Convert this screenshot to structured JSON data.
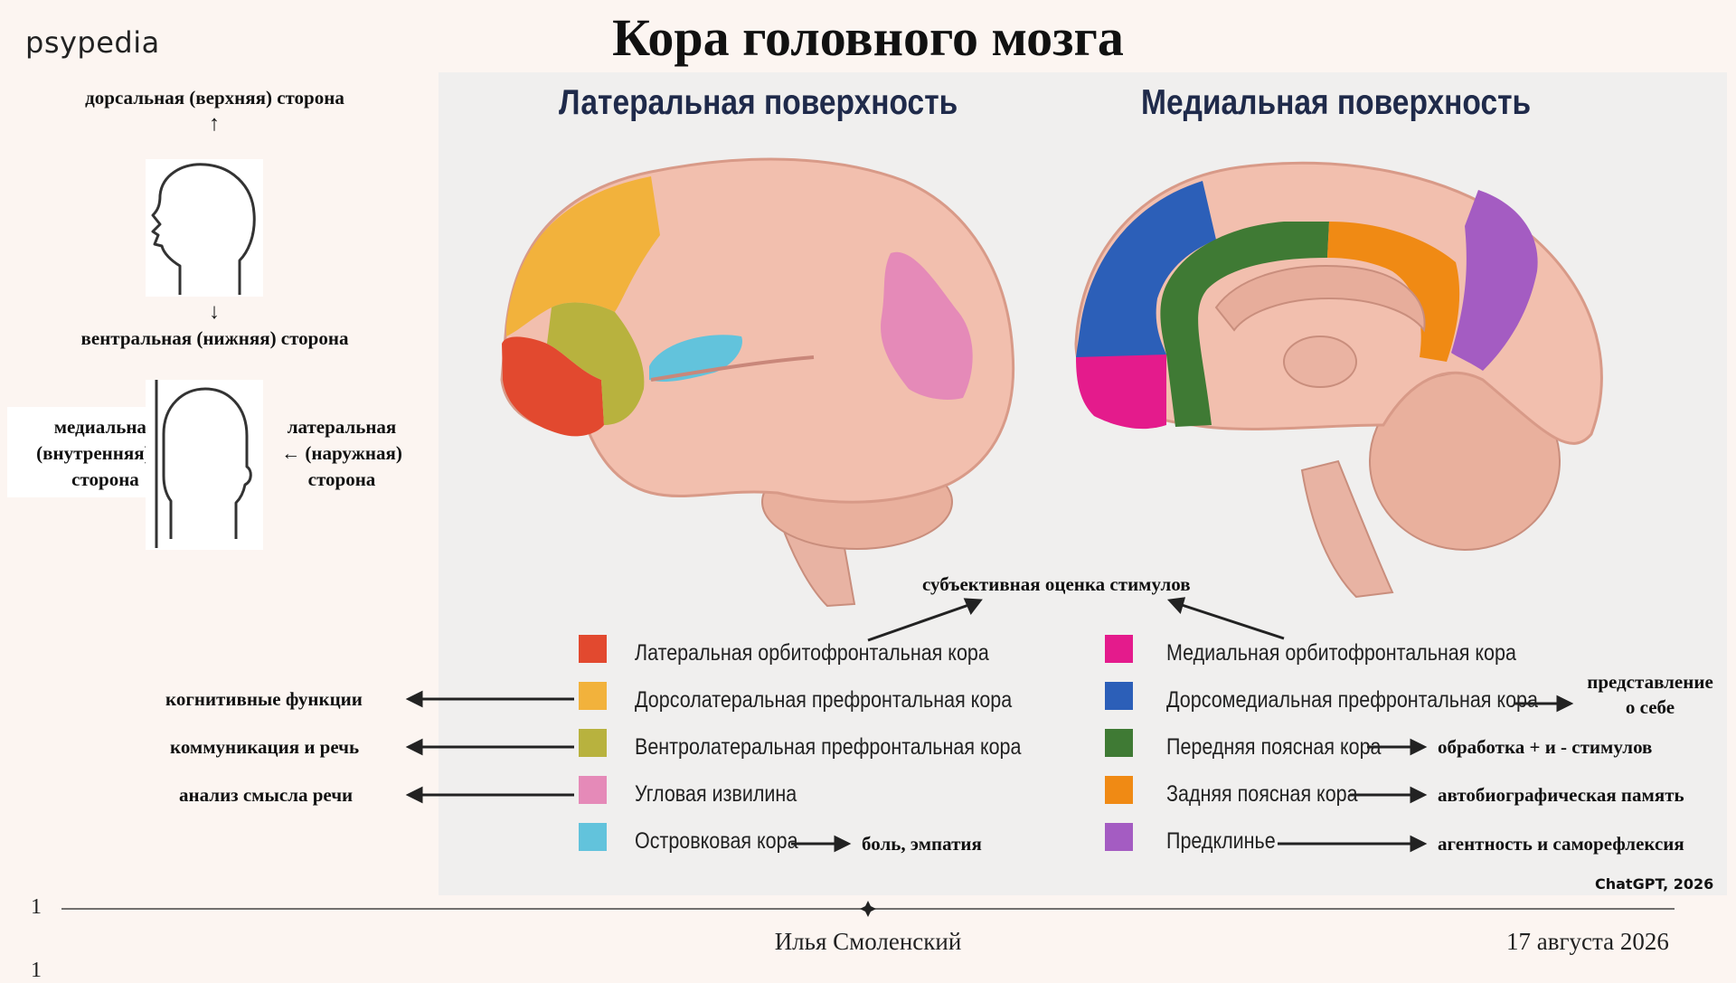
{
  "logo": "psypedia",
  "title": "Кора головного мозга",
  "orientation": {
    "dorsal": "дорсальная (верхняя) сторона",
    "dorsal_arrow": "↑",
    "ventral_arrow": "↓",
    "ventral": "вентральная (нижняя) сторона",
    "medial_1": "медиальная",
    "medial_2": "(внутренняя) →",
    "medial_3": "сторона",
    "lateral_1": "латеральная",
    "lateral_2": "← (наружная)",
    "lateral_3": "сторона"
  },
  "panels": {
    "lateral_title": "Латеральная поверхность",
    "medial_title": "Медиальная поверхность"
  },
  "legend_left": [
    {
      "label": "Латеральная орбитофронтальная кора",
      "color": "#e2492f"
    },
    {
      "label": "Дорсолатеральная префронтальная кора",
      "color": "#f2b23c"
    },
    {
      "label": "Вентролатеральная префронтальная кора",
      "color": "#b8b23e"
    },
    {
      "label": "Угловая извилина",
      "color": "#e58ab8"
    },
    {
      "label": "Островковая кора",
      "color": "#62c3dc"
    }
  ],
  "legend_right": [
    {
      "label": "Медиальная орбитофронтальная кора",
      "color": "#e41b8c"
    },
    {
      "label": "Дорсомедиальная префронтальная кора",
      "color": "#2c5fb8"
    },
    {
      "label": "Передняя поясная кора",
      "color": "#3f7a34"
    },
    {
      "label": "Задняя поясная кора",
      "color": "#f08a14"
    },
    {
      "label": "Предклинье",
      "color": "#a45cc2"
    }
  ],
  "annotations": {
    "subjective": "субъективная оценка стимулов",
    "cognitive": "когнитивные функции",
    "communication": "коммуникация и речь",
    "meaning": "анализ смысла речи",
    "pain": "боль, эмпатия",
    "self_1": "представление",
    "self_2": "о себе",
    "processing": "обработка + и - стимулов",
    "autobio": "автобиографическая память",
    "agency": "агентность и саморефлексия"
  },
  "credit": "ChatGPT, 2026",
  "footer": {
    "author": "Илья Смоленский",
    "date": "17 августа 2026",
    "page_num_1": "1",
    "page_num_2": "1"
  },
  "brain_colors": {
    "tissue": "#f2bfae",
    "tissue_dark": "#d89a88",
    "cerebellum": "#e9b09d"
  }
}
